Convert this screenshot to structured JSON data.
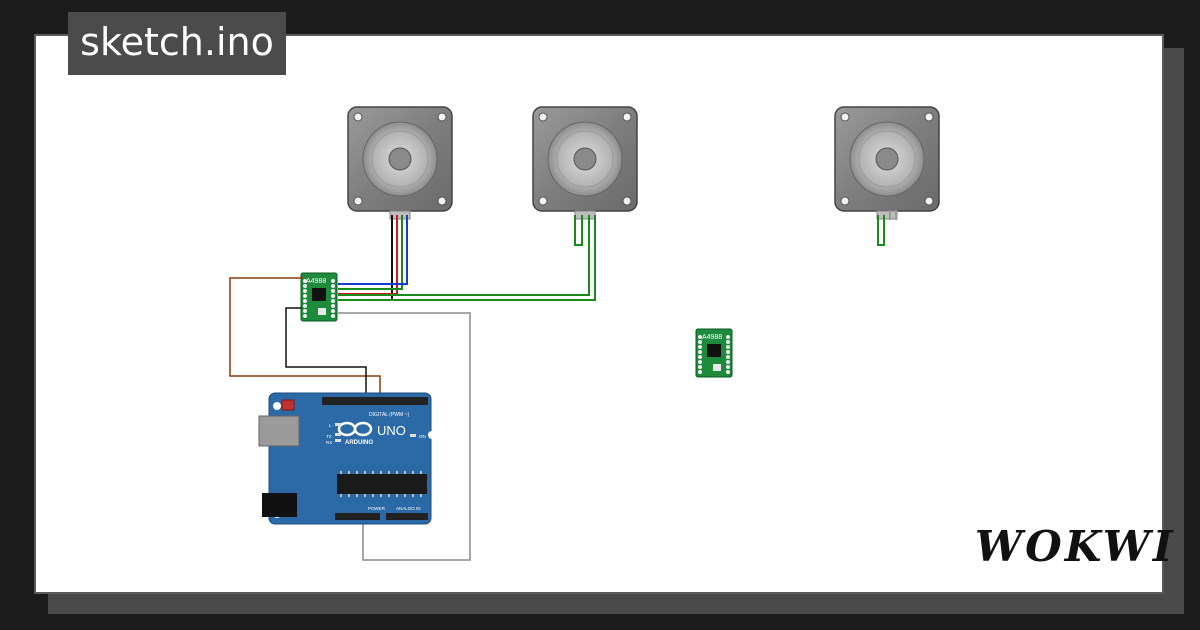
{
  "file_tab": {
    "title": "sketch.ino"
  },
  "brand": {
    "logo_text": "WOKWI"
  },
  "drivers": {
    "label": "A4988"
  },
  "arduino": {
    "brand": "ARDUINO",
    "model": "UNO",
    "digital_header": "DIGITAL (PWM ~)",
    "power_header": "POWER",
    "analog_header": "ANALOG IN",
    "on_label": "ON",
    "l_label": "L",
    "tx_label": "TX",
    "rx_label": "RX"
  },
  "colors": {
    "board_blue": "#2b6aa7",
    "driver_green": "#1e8a3c",
    "motor_gray": "#8a8a8a",
    "wire_green": "#1a8a1a",
    "wire_blue": "#1a3ad0",
    "wire_red": "#d01a1a",
    "wire_brown": "#8b3a0a",
    "wire_black": "#111111",
    "wire_gray": "#8a8a8a"
  }
}
